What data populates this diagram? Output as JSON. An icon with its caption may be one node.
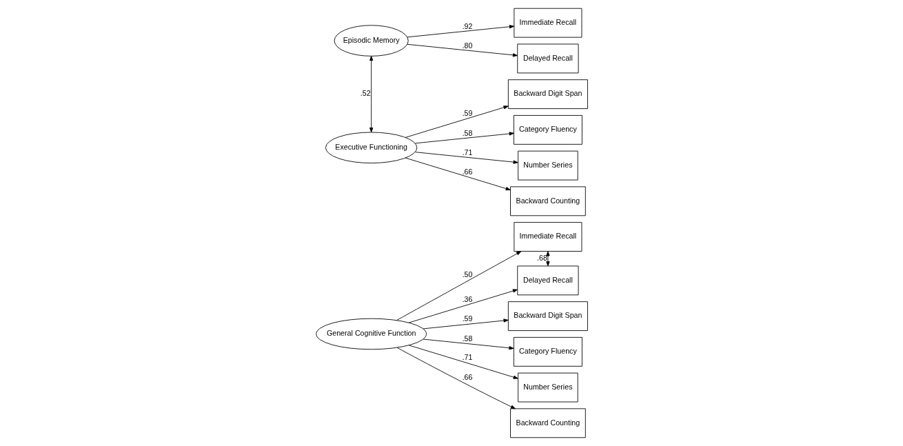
{
  "diagram": {
    "nodes": [
      {
        "text": [
          "General Cognitive Function"
        ]
      },
      {
        "text": [
          "Immediate Recall"
        ]
      },
      {
        "text": [
          "Delayed Recall"
        ]
      },
      {
        "text": [
          "Backward Digit Span"
        ]
      },
      {
        "text": [
          "Category Fluency"
        ]
      },
      {
        "text": [
          "Number Series"
        ]
      },
      {
        "text": [
          "Backward Counting"
        ]
      },
      {
        "text": [
          "Episodic Memory"
        ]
      },
      {
        "text": [
          "Executive Functioning"
        ]
      },
      {
        "text": [
          "Immediate Recall"
        ]
      },
      {
        "text": [
          "Delayed Recall"
        ]
      },
      {
        "text": [
          "Backward Digit Span"
        ]
      },
      {
        "text": [
          "Category Fluency"
        ]
      },
      {
        "text": [
          "Number Series"
        ]
      },
      {
        "text": [
          "Backward Counting"
        ]
      }
    ],
    "edges": [
      {
        "from": 0,
        "to": 1,
        "arrow": "to",
        "label": ".50"
      },
      {
        "from": 0,
        "to": 2,
        "arrow": "to",
        "label": ".36"
      },
      {
        "from": 0,
        "to": 3,
        "arrow": "to",
        "label": ".59"
      },
      {
        "from": 0,
        "to": 4,
        "arrow": "to",
        "label": ".58"
      },
      {
        "from": 0,
        "to": 5,
        "arrow": "to",
        "label": ".71"
      },
      {
        "from": 0,
        "to": 6,
        "arrow": "to",
        "label": ".66"
      },
      {
        "from": 1,
        "to": 2,
        "arrow": "both",
        "label": ".68"
      },
      {
        "from": 7,
        "to": 9,
        "arrow": "to",
        "label": ".92"
      },
      {
        "from": 7,
        "to": 10,
        "arrow": "to",
        "label": ".80"
      },
      {
        "from": 7,
        "to": 8,
        "arrow": "both",
        "label": ".52"
      },
      {
        "from": 8,
        "to": 11,
        "arrow": "to",
        "label": ".59"
      },
      {
        "from": 8,
        "to": 12,
        "arrow": "to",
        "label": ".58"
      },
      {
        "from": 8,
        "to": 13,
        "arrow": "to",
        "label": ".71"
      },
      {
        "from": 8,
        "to": 14,
        "arrow": "to",
        "label": ".66"
      }
    ]
  }
}
